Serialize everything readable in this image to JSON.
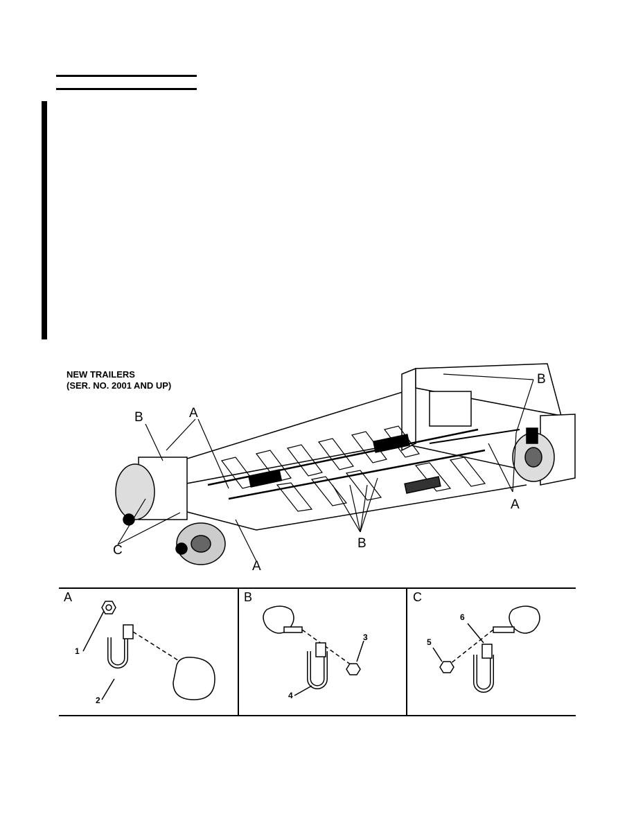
{
  "caption": {
    "line1": "NEW TRAILERS",
    "line2": "(SER. NO. 2001 AND UP)"
  },
  "callouts": {
    "a1": "A",
    "a2": "A",
    "a3": "A",
    "b1": "B",
    "b2": "B",
    "b3": "B",
    "c1": "C"
  },
  "details": [
    {
      "label": "A",
      "items": [
        "1",
        "2"
      ]
    },
    {
      "label": "B",
      "items": [
        "3",
        "4"
      ]
    },
    {
      "label": "C",
      "items": [
        "5",
        "6"
      ]
    }
  ]
}
